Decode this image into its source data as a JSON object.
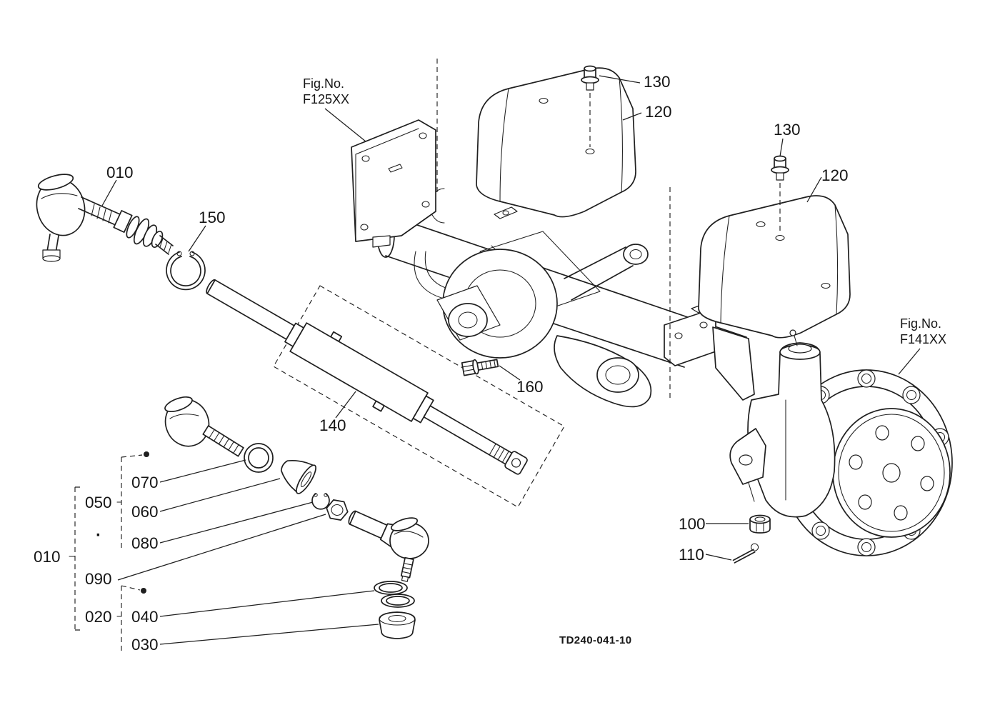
{
  "figure": {
    "drawing_code": "TD240-041-10",
    "fig_refs": {
      "left": {
        "label": "Fig.No.",
        "code": "F125XX"
      },
      "right": {
        "label": "Fig.No.",
        "code": "F141XX"
      }
    },
    "callouts": {
      "c010a": "010",
      "c150": "150",
      "c130a": "130",
      "c120a": "120",
      "c130b": "130",
      "c120b": "120",
      "c160": "160",
      "c140": "140",
      "c070": "070",
      "c050": "050",
      "c060": "060",
      "c080": "080",
      "c010b": "010",
      "c090": "090",
      "c020": "020",
      "c040": "040",
      "c030": "030",
      "c100": "100",
      "c110": "110"
    },
    "list_dot": "·"
  }
}
